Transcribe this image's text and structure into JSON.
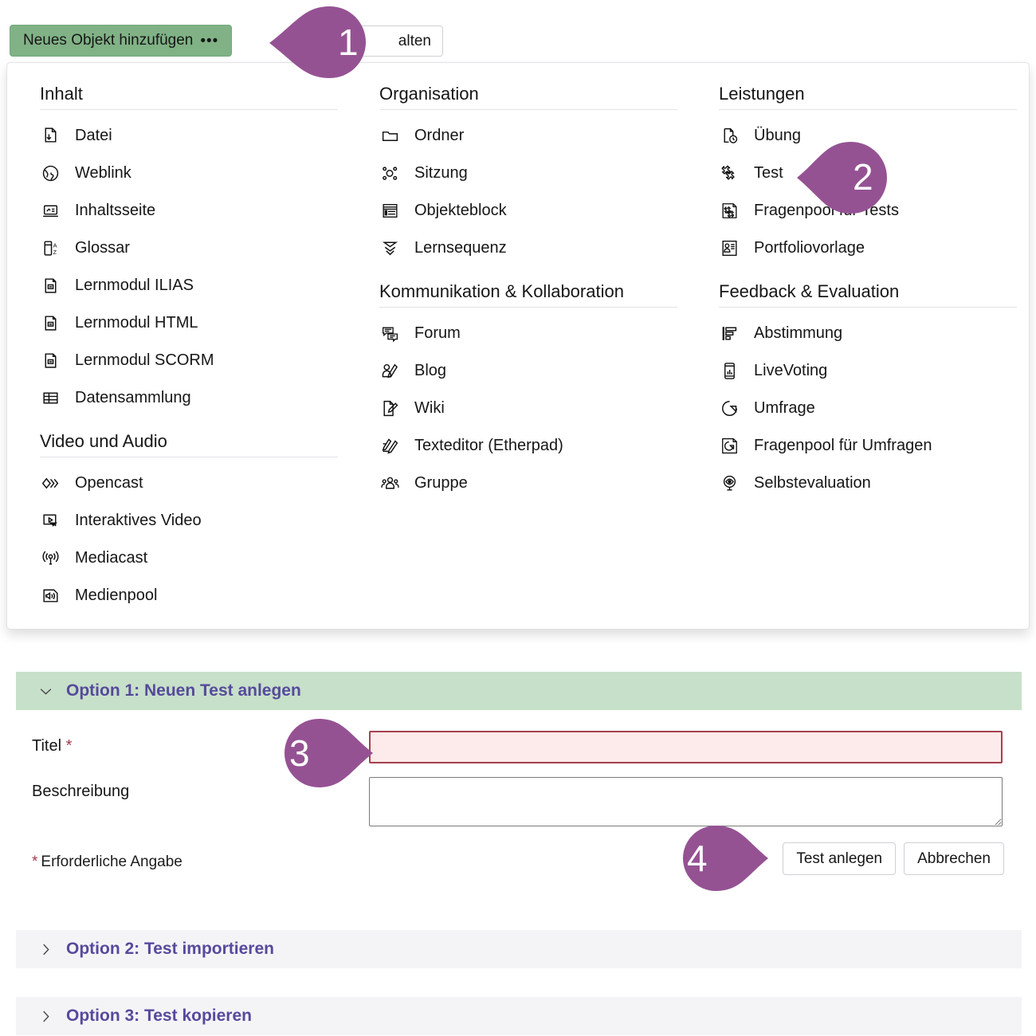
{
  "toolbar": {
    "add_button_label": "Neues Objekt hinzufügen",
    "add_button_dots": "•••",
    "second_button_label": "alten"
  },
  "dropdown": {
    "columns": [
      {
        "name": "column-left",
        "groups": [
          {
            "title": "Inhalt",
            "items": [
              {
                "label": "Datei",
                "icon": "file-download-icon"
              },
              {
                "label": "Weblink",
                "icon": "globe-link-icon"
              },
              {
                "label": "Inhaltsseite",
                "icon": "content-page-icon"
              },
              {
                "label": "Glossar",
                "icon": "glossary-az-icon"
              },
              {
                "label": "Lernmodul ILIAS",
                "icon": "learning-module-icon"
              },
              {
                "label": "Lernmodul HTML",
                "icon": "learning-module-icon"
              },
              {
                "label": "Lernmodul SCORM",
                "icon": "learning-module-icon"
              },
              {
                "label": "Datensammlung",
                "icon": "table-grid-icon"
              }
            ]
          },
          {
            "title": "Video und Audio",
            "items": [
              {
                "label": "Opencast",
                "icon": "opencast-diamonds-icon"
              },
              {
                "label": "Interaktives Video",
                "icon": "interactive-video-icon"
              },
              {
                "label": "Mediacast",
                "icon": "broadcast-icon"
              },
              {
                "label": "Medienpool",
                "icon": "speaker-sound-icon"
              }
            ]
          }
        ]
      },
      {
        "name": "column-middle",
        "groups": [
          {
            "title": "Organisation",
            "items": [
              {
                "label": "Ordner",
                "icon": "folder-icon"
              },
              {
                "label": "Sitzung",
                "icon": "session-nodes-icon"
              },
              {
                "label": "Objekteblock",
                "icon": "object-block-list-icon"
              },
              {
                "label": "Lernsequenz",
                "icon": "learning-sequence-chevrons-icon"
              }
            ]
          },
          {
            "title": "Kommunikation & Kollaboration",
            "items": [
              {
                "label": "Forum",
                "icon": "forum-chat-icon"
              },
              {
                "label": "Blog",
                "icon": "blog-person-pencil-icon"
              },
              {
                "label": "Wiki",
                "icon": "wiki-page-pencil-icon"
              },
              {
                "label": "Texteditor (Etherpad)",
                "icon": "etherpad-pencil-icon"
              },
              {
                "label": "Gruppe",
                "icon": "group-people-icon"
              }
            ]
          }
        ]
      },
      {
        "name": "column-right",
        "groups": [
          {
            "title": "Leistungen",
            "items": [
              {
                "label": "Übung",
                "icon": "exercise-clock-icon"
              },
              {
                "label": "Test",
                "icon": "test-puzzle-icon"
              },
              {
                "label": "Fragenpool für Tests",
                "icon": "question-pool-test-icon"
              },
              {
                "label": "Portfoliovorlage",
                "icon": "portfolio-template-icon"
              }
            ]
          },
          {
            "title": "Feedback & Evaluation",
            "items": [
              {
                "label": "Abstimmung",
                "icon": "poll-bars-icon"
              },
              {
                "label": "LiveVoting",
                "icon": "livevoting-phone-icon"
              },
              {
                "label": "Umfrage",
                "icon": "survey-pie-icon"
              },
              {
                "label": "Fragenpool für Umfragen",
                "icon": "question-pool-survey-icon"
              },
              {
                "label": "Selbstevaluation",
                "icon": "self-evaluation-eye-icon"
              }
            ]
          }
        ]
      }
    ]
  },
  "form": {
    "option1_header": "Option 1: Neuen Test anlegen",
    "option2_header": "Option 2: Test importieren",
    "option3_header": "Option 3: Test kopieren",
    "title_label": "Titel",
    "title_required_mark": "*",
    "title_value": "",
    "title_placeholder": "",
    "description_label": "Beschreibung",
    "description_value": "",
    "description_placeholder": "",
    "required_hint_star": "*",
    "required_hint_text": "Erforderliche Angabe",
    "submit_label": "Test anlegen",
    "cancel_label": "Abbrechen"
  },
  "callouts": [
    {
      "number": "1"
    },
    {
      "number": "2"
    },
    {
      "number": "3"
    },
    {
      "number": "4"
    }
  ],
  "colors": {
    "accent_green_button": "#80b285",
    "accent_green_panel": "#c7e0c9",
    "accent_purple_callout": "#955293",
    "accent_purple_text": "#564a9c",
    "error_border": "#a5404f",
    "error_background": "#fdeaea",
    "grey_panel": "#f4f4f7"
  }
}
